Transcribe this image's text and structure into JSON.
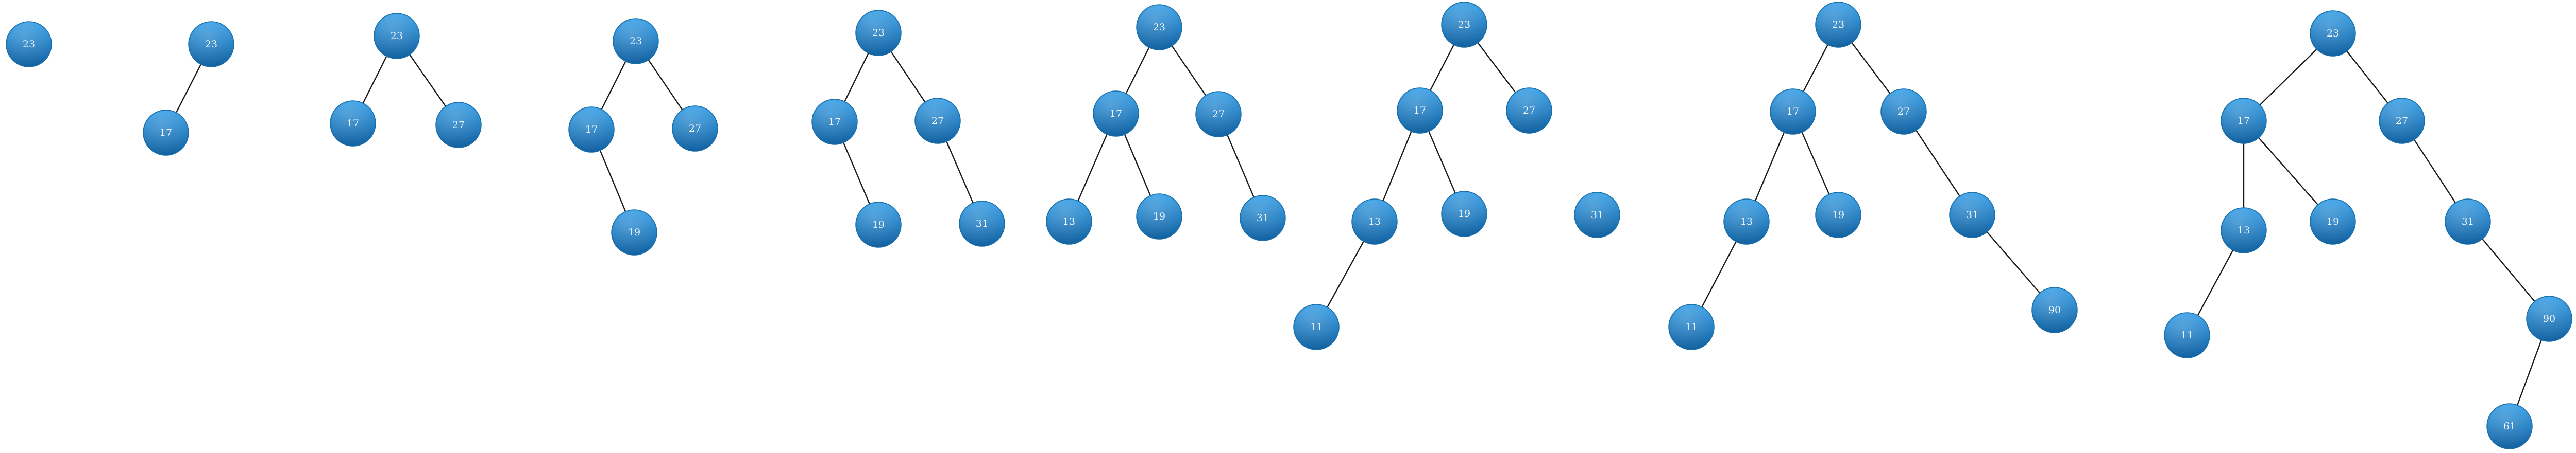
{
  "colors": {
    "node_light": "#3aa0e6",
    "node_dark": "#1361a0",
    "edge": "#1a1a1a",
    "label": "#f1f6fb",
    "background": "#ffffff"
  },
  "trees": [
    {
      "name": "step-1",
      "nodes": [
        "23"
      ],
      "edges": []
    },
    {
      "name": "step-2",
      "nodes": [
        "23",
        "17"
      ],
      "edges": [
        [
          0,
          1
        ]
      ]
    },
    {
      "name": "step-3",
      "nodes": [
        "23",
        "17",
        "27"
      ],
      "edges": [
        [
          0,
          1
        ],
        [
          0,
          2
        ]
      ]
    },
    {
      "name": "step-4",
      "nodes": [
        "23",
        "17",
        "27",
        "19"
      ],
      "edges": [
        [
          0,
          1
        ],
        [
          0,
          2
        ],
        [
          1,
          3
        ]
      ]
    },
    {
      "name": "step-5",
      "nodes": [
        "23",
        "17",
        "27",
        "19",
        "31"
      ],
      "edges": [
        [
          0,
          1
        ],
        [
          0,
          2
        ],
        [
          1,
          3
        ],
        [
          2,
          4
        ]
      ]
    },
    {
      "name": "step-6",
      "nodes": [
        "23",
        "17",
        "27",
        "13",
        "19",
        "31"
      ],
      "edges": [
        [
          0,
          1
        ],
        [
          0,
          2
        ],
        [
          1,
          3
        ],
        [
          1,
          4
        ],
        [
          2,
          5
        ]
      ]
    },
    {
      "name": "step-7",
      "nodes": [
        "23",
        "17",
        "27",
        "13",
        "19",
        "31",
        "11"
      ],
      "edges": [
        [
          0,
          1
        ],
        [
          0,
          2
        ],
        [
          1,
          3
        ],
        [
          1,
          4
        ],
        [
          3,
          6
        ]
      ]
    },
    {
      "name": "step-8",
      "nodes": [
        "23",
        "17",
        "27",
        "13",
        "19",
        "31",
        "11",
        "90"
      ],
      "edges": [
        [
          0,
          1
        ],
        [
          0,
          2
        ],
        [
          1,
          3
        ],
        [
          1,
          4
        ],
        [
          2,
          5
        ],
        [
          3,
          6
        ],
        [
          5,
          7
        ]
      ]
    },
    {
      "name": "step-9",
      "nodes": [
        "23",
        "17",
        "27",
        "13",
        "19",
        "31",
        "11",
        "90",
        "61"
      ],
      "edges": [
        [
          0,
          1
        ],
        [
          0,
          2
        ],
        [
          1,
          3
        ],
        [
          1,
          4
        ],
        [
          2,
          5
        ],
        [
          3,
          6
        ],
        [
          5,
          7
        ],
        [
          7,
          8
        ]
      ]
    }
  ]
}
